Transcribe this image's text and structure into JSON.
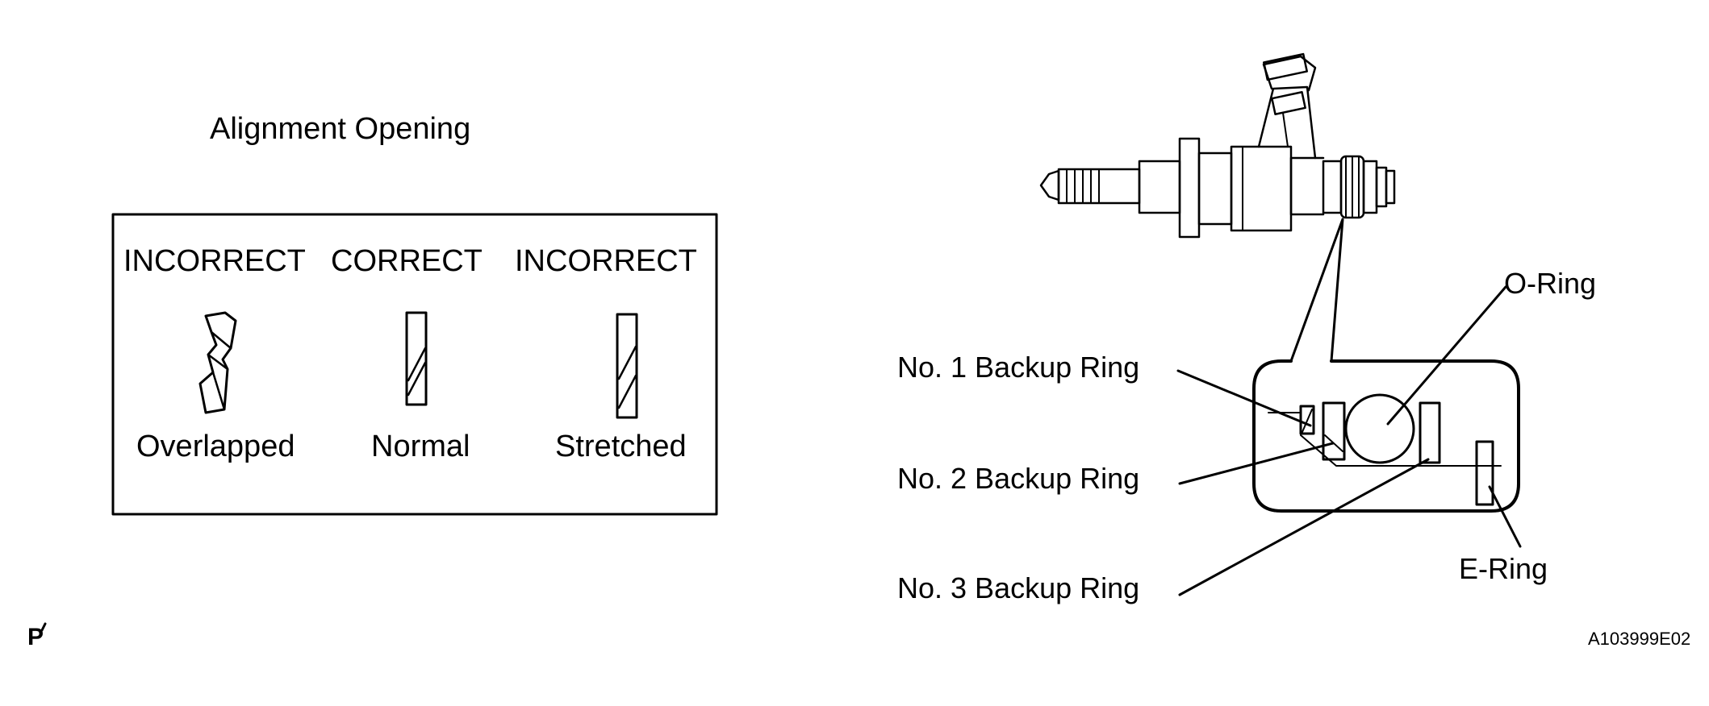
{
  "alignment": {
    "title": "Alignment Opening",
    "columns": [
      {
        "status": "INCORRECT",
        "caption": "Overlapped"
      },
      {
        "status": "CORRECT",
        "caption": "Normal"
      },
      {
        "status": "INCORRECT",
        "caption": "Stretched"
      }
    ]
  },
  "injector": {
    "labels": {
      "backup_ring_1": "No. 1 Backup Ring",
      "backup_ring_2": "No. 2 Backup Ring",
      "backup_ring_3": "No. 3 Backup Ring",
      "o_ring": "O-Ring",
      "e_ring": "E-Ring"
    }
  },
  "figure_id": "A103999E02",
  "corner_mark": "P"
}
